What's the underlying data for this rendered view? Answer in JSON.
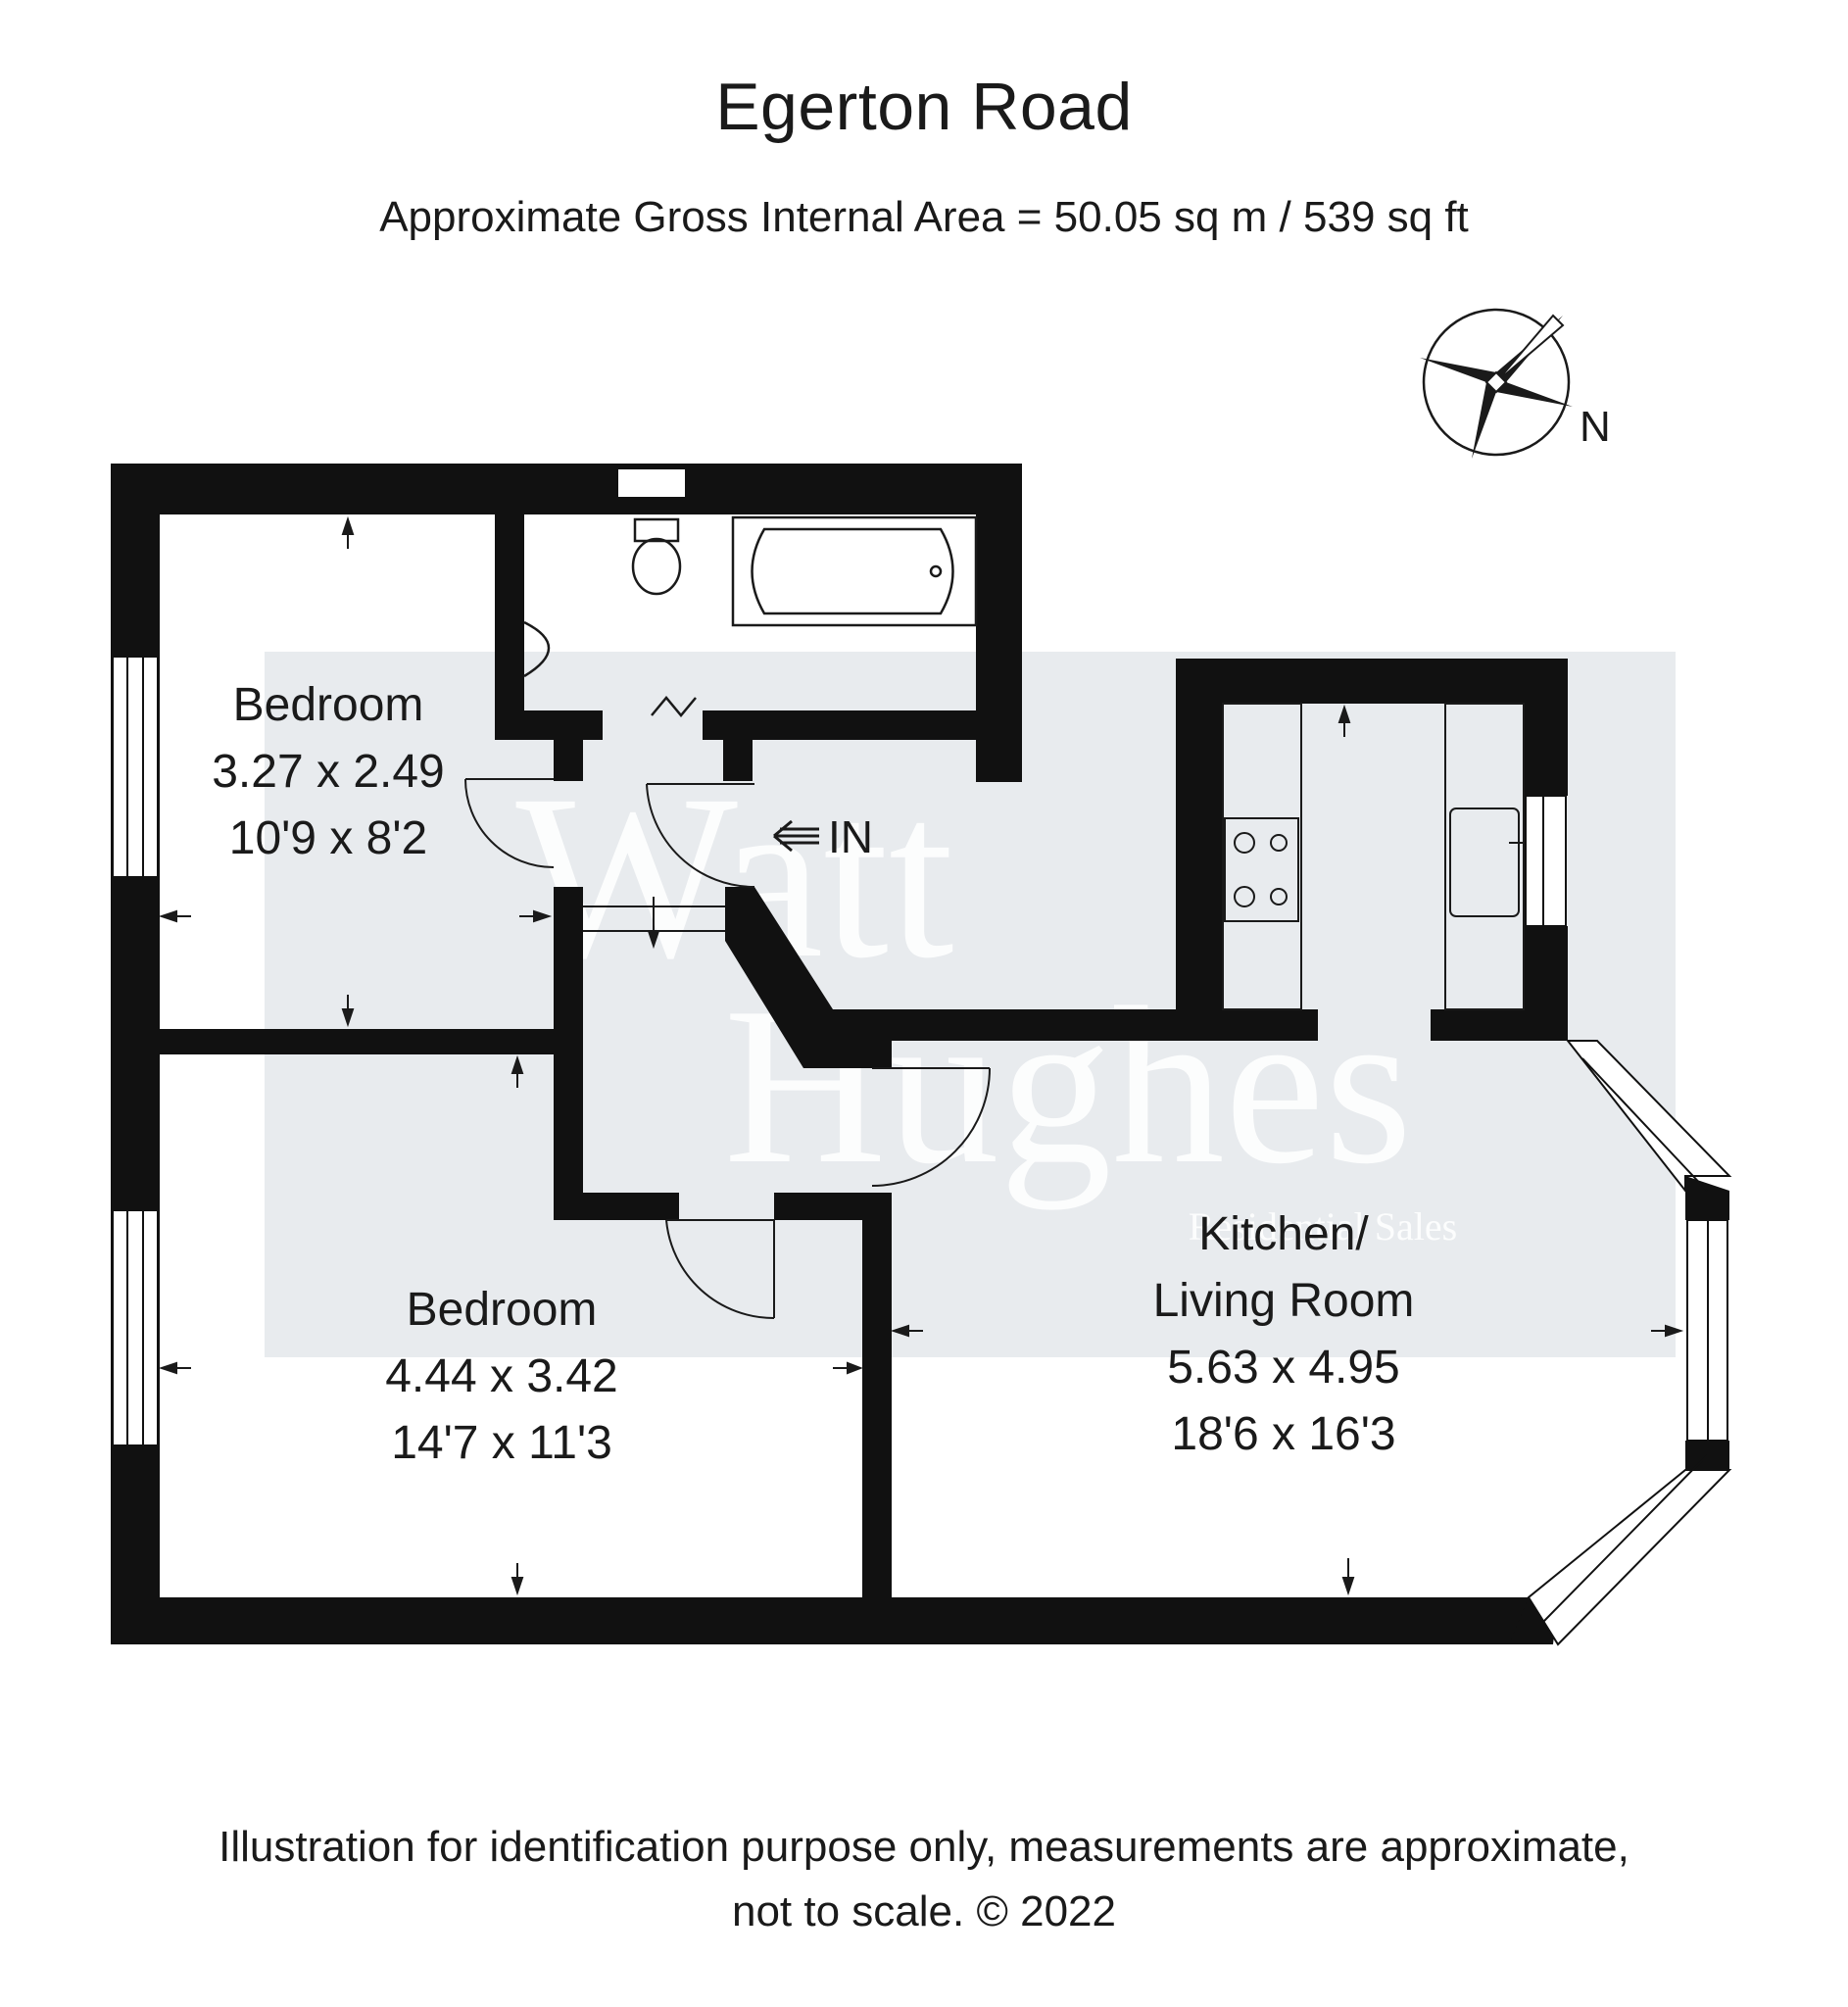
{
  "title": "Egerton Road",
  "subtitle": "Approximate Gross Internal Area = 50.05 sq m / 539 sq ft",
  "compass": {
    "label": "N",
    "icon": "compass-rose-icon"
  },
  "entrance": {
    "label": "IN",
    "icon": "arrow-left-icon"
  },
  "rooms": [
    {
      "name": "Bedroom",
      "metric": "3.27 x 2.49",
      "imperial": "10'9 x 8'2"
    },
    {
      "name": "Bedroom",
      "metric": "4.44 x 3.42",
      "imperial": "14'7 x 11'3"
    },
    {
      "name_line1": "Kitchen/",
      "name_line2": "Living Room",
      "metric": "5.63 x 4.95",
      "imperial": "18'6 x 16'3"
    }
  ],
  "watermark": {
    "line1": "Watt",
    "line2": "Hughes",
    "line3": "Residential Sales"
  },
  "footer": {
    "line1": "Illustration for identification purpose only, measurements are approximate,",
    "line2": "not to scale. © 2022"
  },
  "colors": {
    "wall": "#111111",
    "watermark_band": "#e8ebee",
    "text": "#1a1a1a"
  }
}
